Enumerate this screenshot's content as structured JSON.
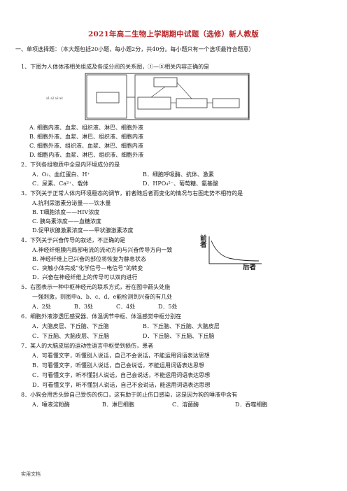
{
  "title": "2021年高二生物上学期期中试题（选修）新人教版",
  "section": "一、单项选择题：（本大题包括20小题，每小题2分，共40分。每小题只有一个选项最符合题意）",
  "questions": [
    {
      "stem": "1、下图为人体体液相关组成及各成分间的关系图，①—⑤相关内容正确的是",
      "options": [
        "A. 细胞内液、血浆、组织液、淋巴、细胞外液",
        "B. 细胞外液、血浆、淋巴、组织液、细胞内液",
        "C. 细胞外液、组织液、血浆、淋巴、细胞内液",
        "D. 细胞内液、血浆、淋巴、组织液、细胞外液"
      ]
    },
    {
      "stem": "2．下列各组物质中全是内环境成分的是",
      "options": [
        "A．O₂、血红蛋白、H⁺",
        "B．细胞呼吸酶、抗体、激素",
        "C．尿素、Ca²⁺、载体",
        "D．HPO₄²⁻、葡萄糖、氨基酸"
      ]
    },
    {
      "stem": "3．下列关于正常人体内环境稳态的调节，前者随后者而变化的情况与右图走势不相符的是",
      "options": [
        "A.抗利尿激素分泌量——饮水量",
        "B. T细胞浓度——HIV浓度",
        "C. 胰岛素浓度——血糖浓度",
        "D.促甲状腺激素浓度——甲状腺激素浓度"
      ]
    },
    {
      "stem": "4．下列关于兴奋传导的叙述，不正确的是",
      "options": [
        "A.神经纤维膜内局部电流的流动方向与兴奋传导方向一致",
        "B. 神经纤维上已兴奋的部位将恢复为静息状态",
        "C．突触小体完成“化学信号—电信号”的转变",
        "D．兴奋在神经纤维上的传导可以双向进行"
      ]
    },
    {
      "stem": "5．右图表示一种中枢神经元的联系方式，若在图中箭头处施",
      "stem2": "一强刺激，则图中a、b、c、d、e能检测到兴奋的有几处",
      "options": [
        "A．2处",
        "B．3处",
        "C．4处",
        "D．5处"
      ]
    },
    {
      "stem": "6．细胞外液渗透压感受器、体温调节中枢、体温感觉中枢分别在",
      "options": [
        "A．大脑皮层、下丘脑、下丘脑",
        "B．下丘脑、下丘脑、大脑皮层",
        "C．下丘脑、大脑皮层、下丘脑",
        "D．下丘脑、下丘脑、下丘脑"
      ]
    },
    {
      "stem": "7．某人的大脑皮层的运动性语言中枢受到损伤，患者",
      "options": [
        "A．可看懂文字，听懂别人说话，自己不会说话，不能运用词语表达思想",
        "B．可看懂文字，听懂别人说话，自己会说话，不能运用词语表达思想",
        "C．可看懂文字，听不懂别人说话，自己会说话，不能运用词语表达思想",
        "D．可看懂文字，听不懂别人说话，自己不会说话，能运用词语表达思想"
      ]
    },
    {
      "stem": "8．小狗会用舌头舔自己受伤的伤口，这有助于防止伤口感染，这是因为狗的唾液中含有",
      "options": [
        "A．唾液淀粉酶",
        "B．淋巴细胞",
        "C．溶菌酶",
        "D．吞噬细胞"
      ]
    }
  ],
  "figure1": {
    "label": "a1  a2  a3  a4"
  },
  "graph": {
    "ylabel": "前者",
    "xlabel": "后者"
  },
  "footer": "实用文档"
}
